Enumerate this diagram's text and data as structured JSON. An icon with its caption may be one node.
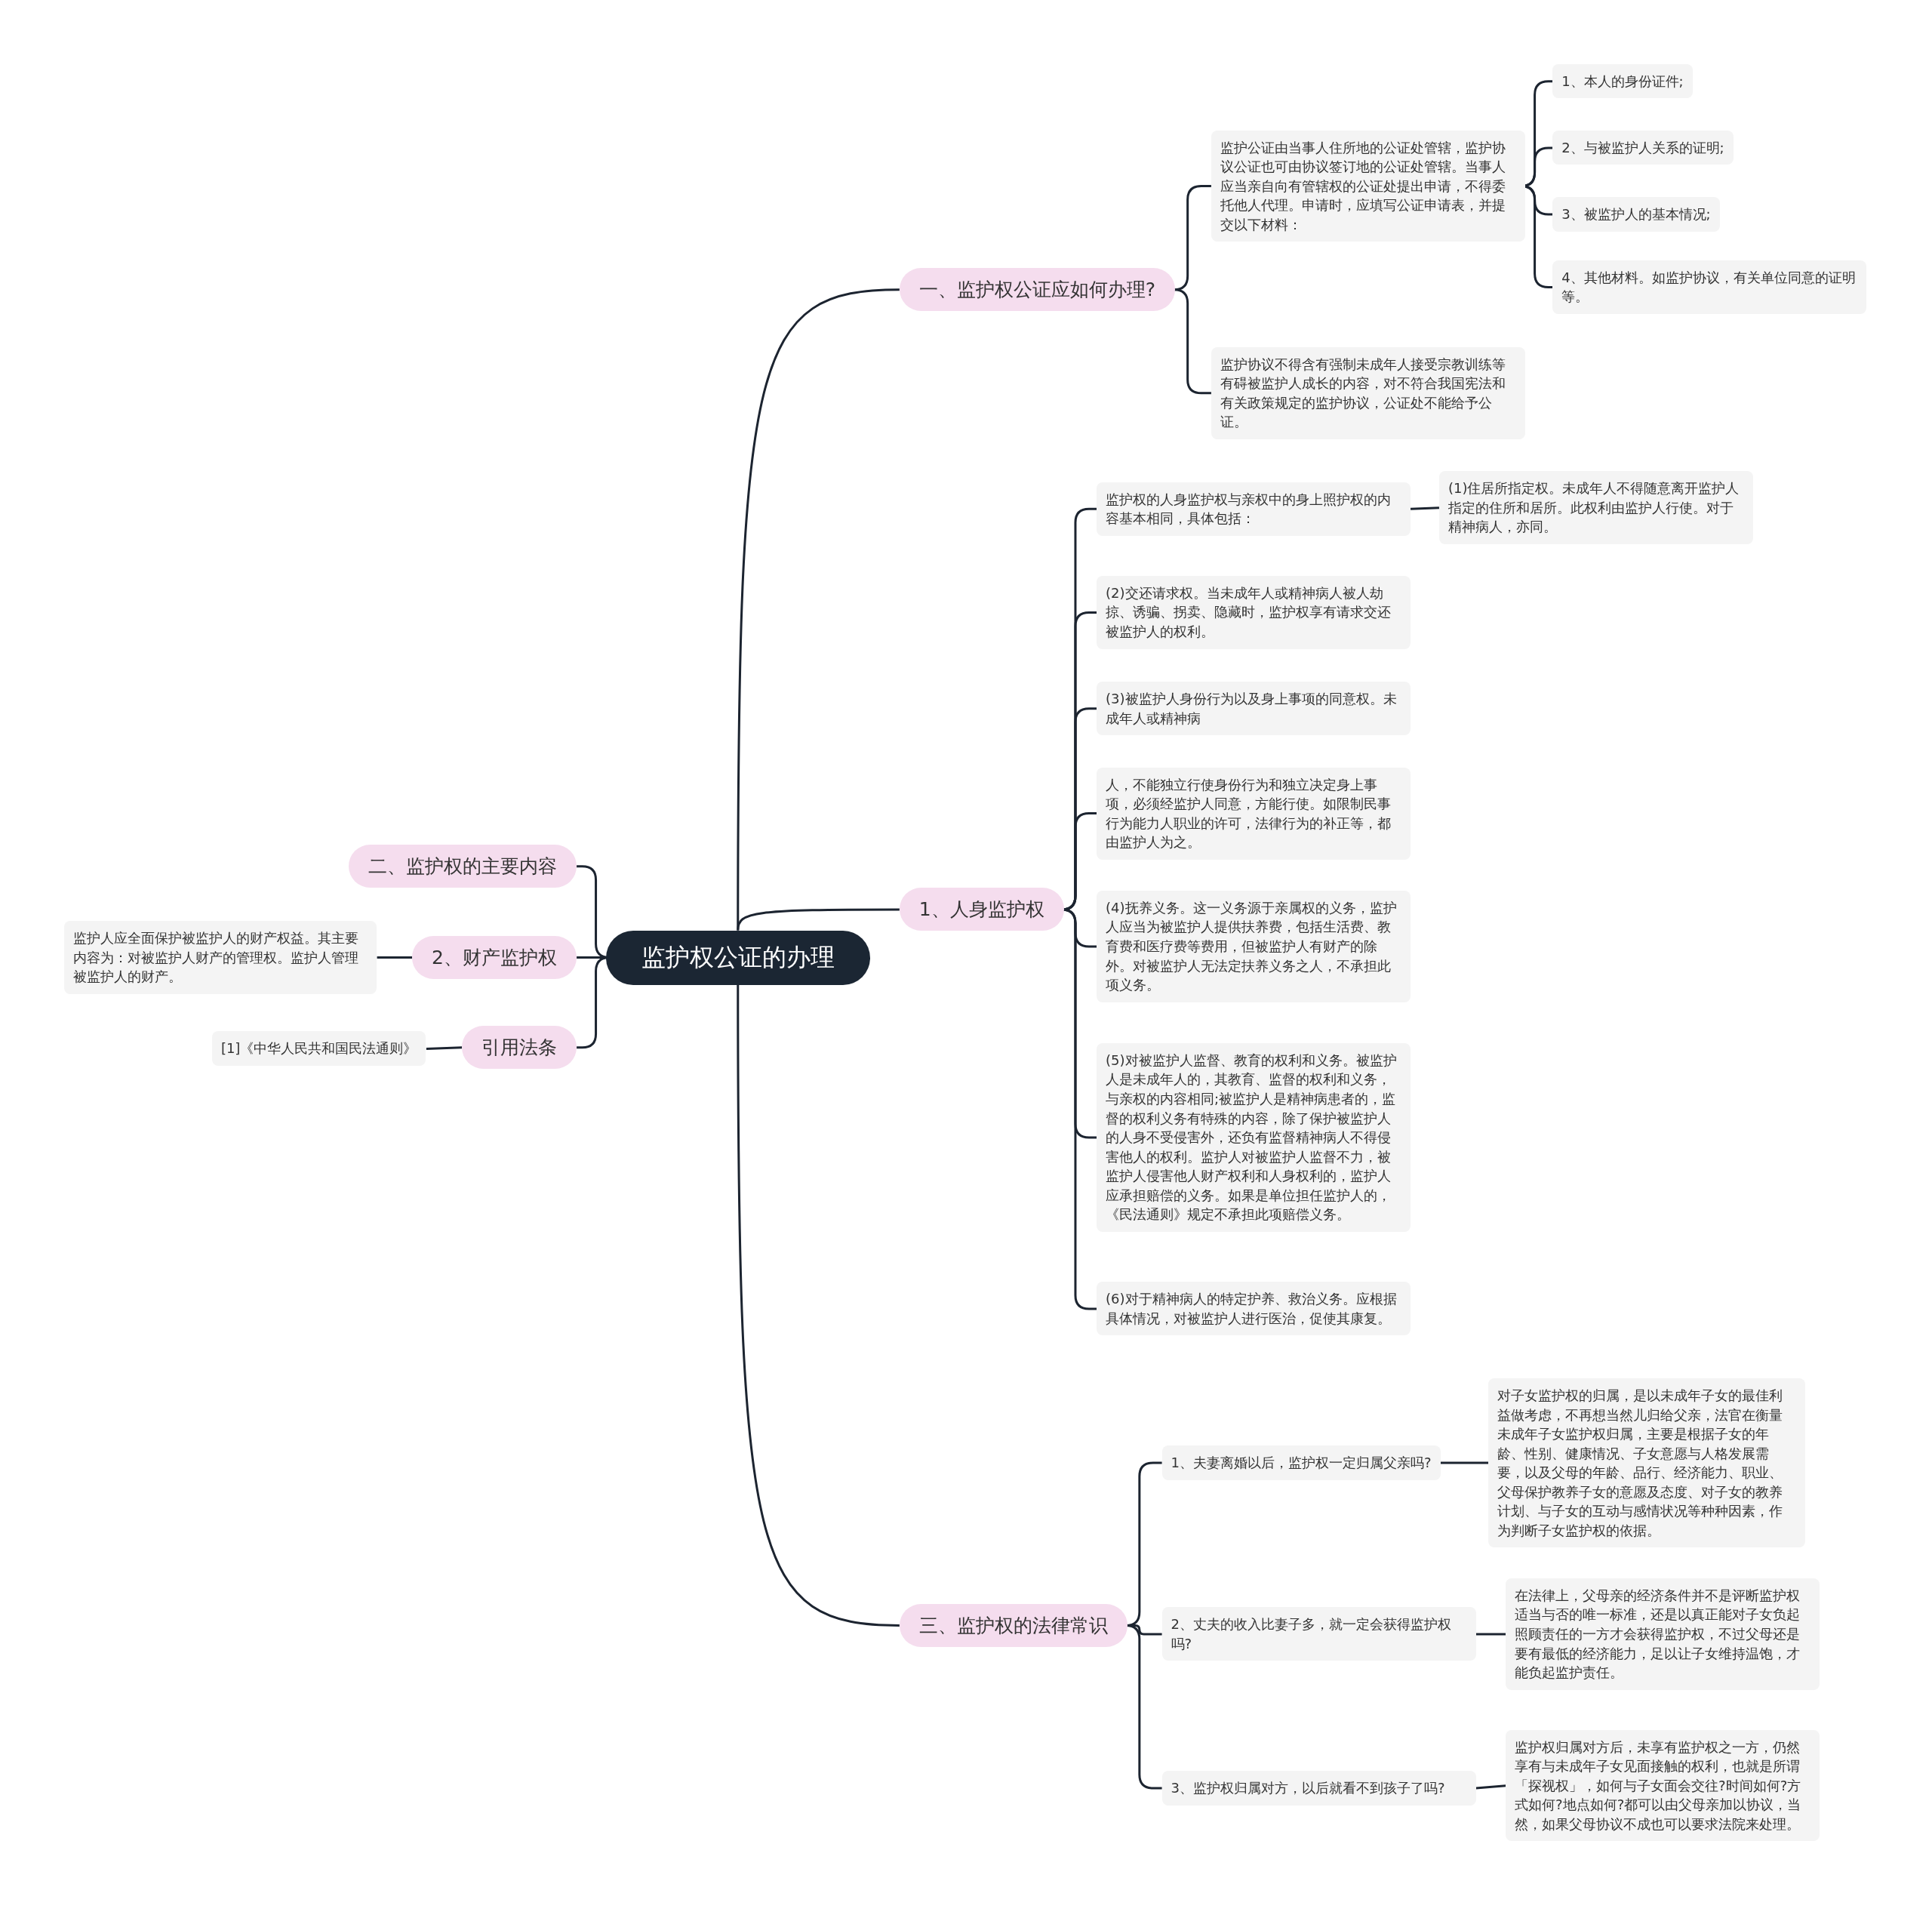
{
  "diagram": {
    "nodes": [
      {
        "text": [
          "监护权公证的办理"
        ]
      },
      {
        "text": [
          "一、监护权公证应如何办理?"
        ]
      },
      {
        "text": [
          "监护公证由当事人住所地的公证处管辖，监护协议公证也可由协议签订地的公证处管辖。当事人应当亲自向有管辖权的公证处提出申请，不得委托他人代理。申请时，应填写公证申请表，并提交以下材料："
        ]
      },
      {
        "text": [
          "1、本人的身份证件;"
        ]
      },
      {
        "text": [
          "2、与被监护人关系的证明;"
        ]
      },
      {
        "text": [
          "3、被监护人的基本情况;"
        ]
      },
      {
        "text": [
          "4、其他材料。如监护协议，有关单位同意的证明等。"
        ]
      },
      {
        "text": [
          "监护协议不得含有强制未成年人接受宗教训练等有碍被监护人成长的内容，对不符合我国宪法和有关政策规定的监护协议，公证处不能给予公证。"
        ]
      },
      {
        "text": [
          "1、人身监护权"
        ]
      },
      {
        "text": [
          "监护权的人身监护权与亲权中的身上照护权的内容基本相同，具体包括："
        ]
      },
      {
        "text": [
          "(1)住居所指定权。未成年人不得随意离开监护人指定的住所和居所。此权利由监护人行使。对于精神病人，亦同。"
        ]
      },
      {
        "text": [
          "(2)交还请求权。当未成年人或精神病人被人劫掠、诱骗、拐卖、隐藏时，监护权享有请求交还被监护人的权利。"
        ]
      },
      {
        "text": [
          "(3)被监护人身份行为以及身上事项的同意权。未成年人或精神病"
        ]
      },
      {
        "text": [
          "人，不能独立行使身份行为和独立决定身上事项，必须经监护人同意，方能行使。如限制民事行为能力人职业的许可，法律行为的补正等，都由监护人为之。"
        ]
      },
      {
        "text": [
          "(4)抚养义务。这一义务源于亲属权的义务，监护人应当为被监护人提供扶养费，包括生活费、教育费和医疗费等费用，但被监护人有财产的除外。对被监护人无法定扶养义务之人，不承担此项义务。"
        ]
      },
      {
        "text": [
          "(5)对被监护人监督、教育的权利和义务。被监护人是未成年人的，其教育、监督的权利和义务，与亲权的内容相同;被监护人是精神病患者的，监督的权利义务有特殊的内容，除了保护被监护人的人身不受侵害外，还负有监督精神病人不得侵害他人的权利。监护人对被监护人监督不力，被监护人侵害他人财产权利和人身权利的，监护人应承担赔偿的义务。如果是单位担任监护人的，《民法通则》规定不承担此项赔偿义务。"
        ]
      },
      {
        "text": [
          "(6)对于精神病人的特定护养、救治义务。应根据具体情况，对被监护人进行医治，促使其康复。"
        ]
      },
      {
        "text": [
          "三、监护权的法律常识"
        ]
      },
      {
        "text": [
          "1、夫妻离婚以后，监护权一定归属父亲吗?"
        ]
      },
      {
        "text": [
          "对子女监护权的归属，是以未成年子女的最佳利益做考虑，不再想当然儿归给父亲，法官在衡量未成年子女监护权归属，主要是根据子女的年龄、性别、健康情况、子女意愿与人格发展需要，以及父母的年龄、品行、经济能力、职业、父母保护教养子女的意愿及态度、对子女的教养计划、与子女的互动与感情状况等种种因素，作为判断子女监护权的依据。"
        ]
      },
      {
        "text": [
          "2、丈夫的收入比妻子多，就一定会获得监护权吗?"
        ]
      },
      {
        "text": [
          "在法律上，父母亲的经济条件并不是评断监护权适当与否的唯一标准，还是以真正能对子女负起照顾责任的一方才会获得监护权，不过父母还是要有最低的经济能力，足以让子女维持温饱，才能负起监护责任。"
        ]
      },
      {
        "text": [
          "3、监护权归属对方，以后就看不到孩子了吗?"
        ]
      },
      {
        "text": [
          "监护权归属对方后，未享有监护权之一方，仍然享有与未成年子女见面接触的权利，也就是所谓「探视权」，如何与子女面会交往?时间如何?方式如何?地点如何?都可以由父母亲加以协议，当然，如果父母协议不成也可以要求法院来处理。"
        ]
      },
      {
        "text": [
          "二、监护权的主要内容"
        ]
      },
      {
        "text": [
          "2、财产监护权"
        ]
      },
      {
        "text": [
          "监护人应全面保护被监护人的财产权益。其主要内容为：对被监护人财产的管理权。监护人管理被监护人的财产。"
        ]
      },
      {
        "text": [
          "引用法条"
        ]
      },
      {
        "text": [
          "[1]《中华人民共和国民法通则》"
        ]
      }
    ],
    "edges": [
      {
        "from": 0,
        "to": 1,
        "arrow": "none"
      },
      {
        "from": 1,
        "to": 2,
        "arrow": "none"
      },
      {
        "from": 2,
        "to": 3,
        "arrow": "none"
      },
      {
        "from": 2,
        "to": 4,
        "arrow": "none"
      },
      {
        "from": 2,
        "to": 5,
        "arrow": "none"
      },
      {
        "from": 2,
        "to": 6,
        "arrow": "none"
      },
      {
        "from": 1,
        "to": 7,
        "arrow": "none"
      },
      {
        "from": 0,
        "to": 8,
        "arrow": "none"
      },
      {
        "from": 8,
        "to": 9,
        "arrow": "none"
      },
      {
        "from": 9,
        "to": 10,
        "arrow": "none"
      },
      {
        "from": 8,
        "to": 11,
        "arrow": "none"
      },
      {
        "from": 8,
        "to": 12,
        "arrow": "none"
      },
      {
        "from": 8,
        "to": 13,
        "arrow": "none"
      },
      {
        "from": 8,
        "to": 14,
        "arrow": "none"
      },
      {
        "from": 8,
        "to": 15,
        "arrow": "none"
      },
      {
        "from": 8,
        "to": 16,
        "arrow": "none"
      },
      {
        "from": 0,
        "to": 17,
        "arrow": "none"
      },
      {
        "from": 17,
        "to": 18,
        "arrow": "none"
      },
      {
        "from": 18,
        "to": 19,
        "arrow": "none"
      },
      {
        "from": 17,
        "to": 20,
        "arrow": "none"
      },
      {
        "from": 20,
        "to": 21,
        "arrow": "none"
      },
      {
        "from": 17,
        "to": 22,
        "arrow": "none"
      },
      {
        "from": 22,
        "to": 23,
        "arrow": "none"
      },
      {
        "from": 0,
        "to": 24,
        "arrow": "none"
      },
      {
        "from": 0,
        "to": 25,
        "arrow": "none"
      },
      {
        "from": 25,
        "to": 26,
        "arrow": "none"
      },
      {
        "from": 0,
        "to": 27,
        "arrow": "none"
      },
      {
        "from": 27,
        "to": 28,
        "arrow": "none"
      }
    ]
  }
}
